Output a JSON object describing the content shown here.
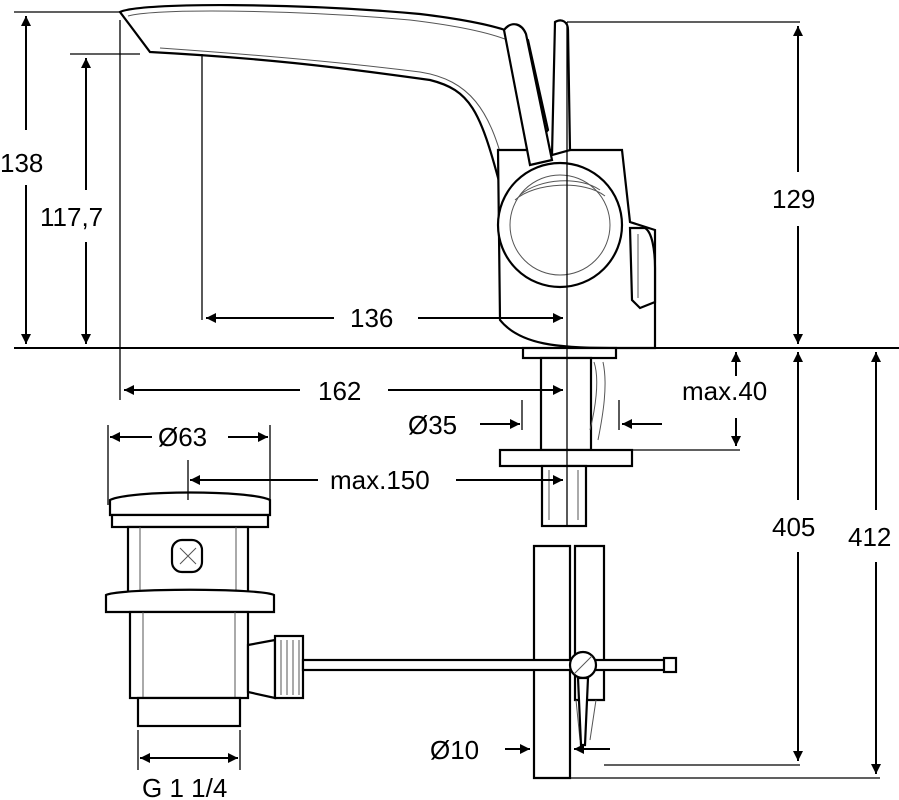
{
  "dimensions": {
    "height_total": "138",
    "height_spout": "117,7",
    "height_lever": "129",
    "reach_spout": "136",
    "length_total": "162",
    "deck_thickness": "max.40",
    "hole_diameter": "Ø35",
    "waste_diameter": "Ø63",
    "waste_distance": "max.150",
    "hose_length_405": "405",
    "hose_length_412": "412",
    "rod_diameter": "Ø10",
    "waste_thread": "G 1 1/4"
  },
  "colors": {
    "line": "#000000",
    "background": "#ffffff"
  }
}
